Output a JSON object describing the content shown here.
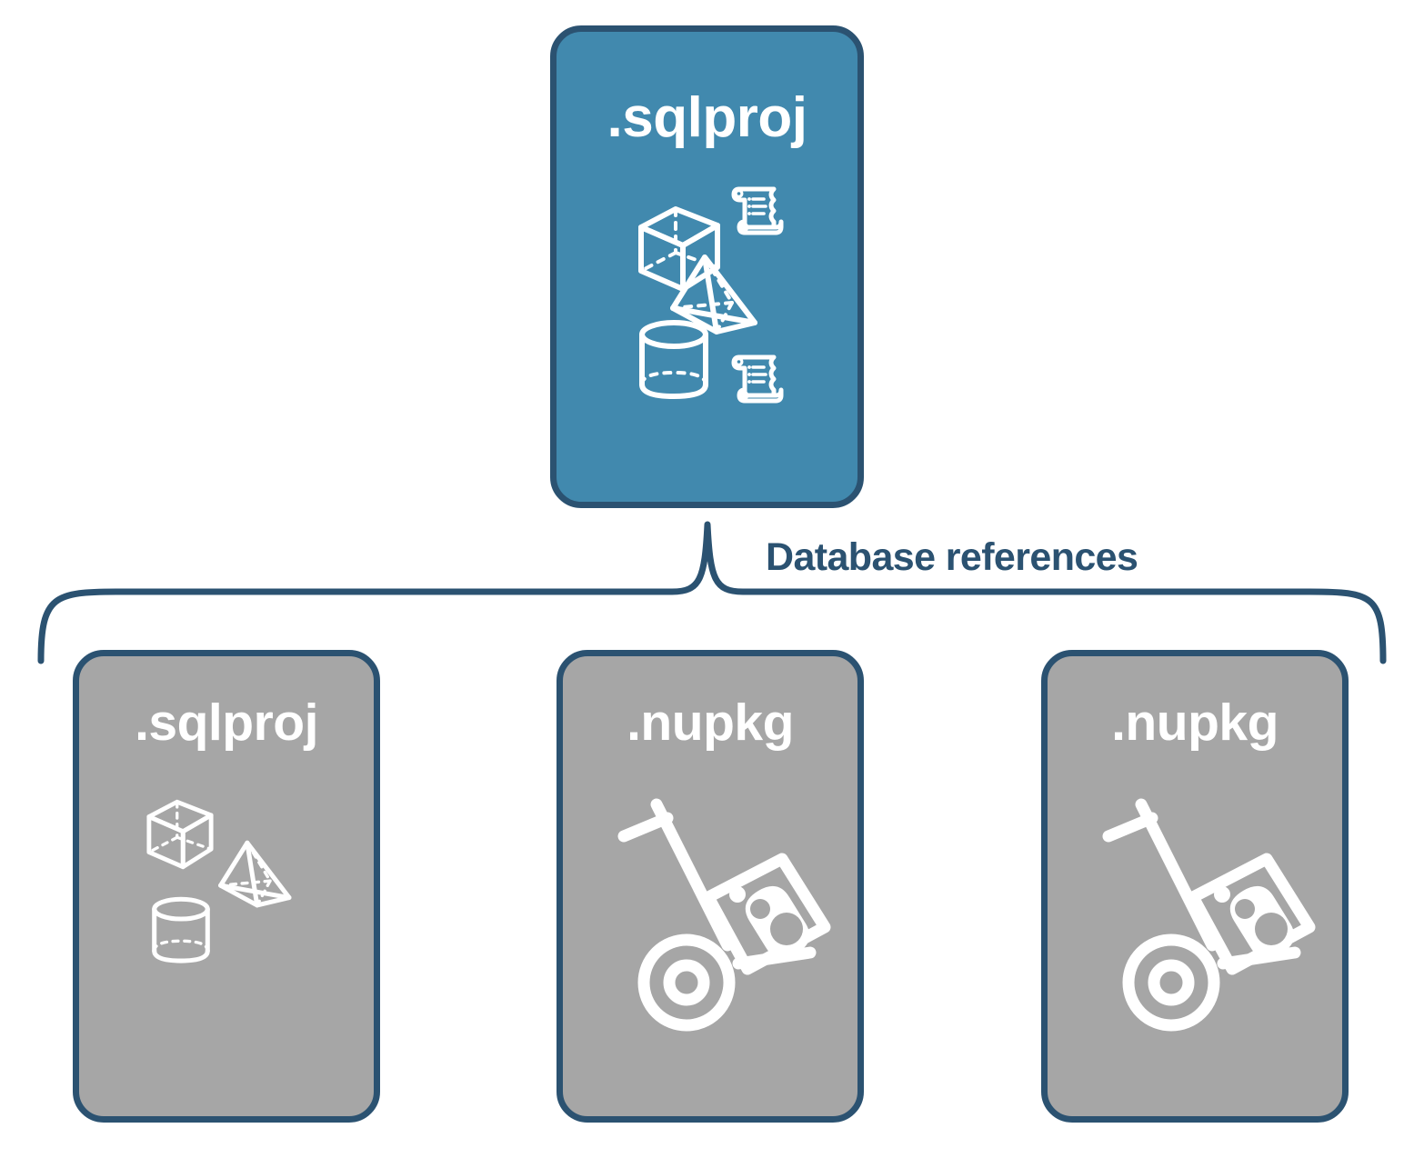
{
  "diagram": {
    "title": "SQL project database references diagram",
    "colors": {
      "accent_blue_fill": "#4189ae",
      "gray_fill": "#a6a6a6",
      "border_navy": "#2b5271",
      "icon_white": "#ffffff",
      "background": "#ffffff"
    },
    "connector": {
      "label": "Database references",
      "style": "curly-brace",
      "color": "#2b5271"
    },
    "root_node": {
      "title": ".sqlproj",
      "fill": "#4189ae",
      "icons": [
        "cube-icon",
        "scroll-icon",
        "pyramid-icon",
        "cylinder-icon",
        "scroll-icon"
      ]
    },
    "reference_nodes": [
      {
        "title": ".sqlproj",
        "fill": "#a6a6a6",
        "icons": [
          "cube-icon",
          "pyramid-icon",
          "cylinder-icon"
        ]
      },
      {
        "title": ".nupkg",
        "fill": "#a6a6a6",
        "icons": [
          "hand-truck-package-icon"
        ]
      },
      {
        "title": ".nupkg",
        "fill": "#a6a6a6",
        "icons": [
          "hand-truck-package-icon"
        ]
      }
    ]
  }
}
